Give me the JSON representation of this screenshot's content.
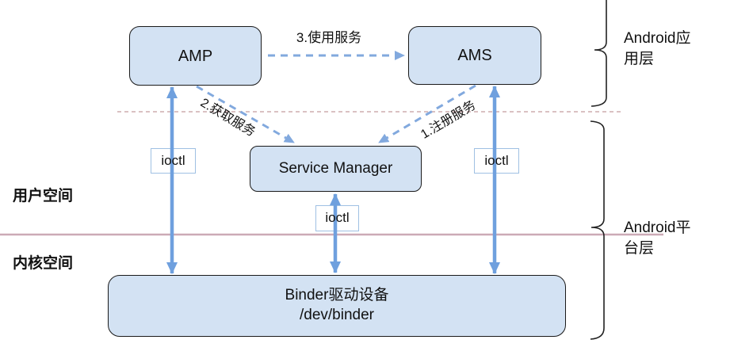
{
  "diagram": {
    "nodes": {
      "amp": {
        "label": "AMP"
      },
      "ams": {
        "label": "AMS"
      },
      "service_manager": {
        "label": "Service Manager"
      },
      "binder_driver": {
        "line1": "Binder驱动设备",
        "line2": "/dev/binder"
      }
    },
    "edges": {
      "register_service": {
        "label": "1.注册服务"
      },
      "get_service": {
        "label": "2.获取服务"
      },
      "use_service": {
        "label": "3.使用服务"
      }
    },
    "ioctl_labels": [
      "ioctl",
      "ioctl",
      "ioctl"
    ],
    "regions": {
      "user_space": "用户空间",
      "kernel_space": "内核空间",
      "app_layer": "Android应用层",
      "platform_layer": "Android平台层"
    },
    "colors": {
      "node_fill": "#d3e2f3",
      "node_border": "#1a1a1a",
      "arrow_solid": "#6fa0de",
      "arrow_dashed": "#82a9de",
      "ioctl_border": "#9fc0e3",
      "boundary_dashed_line": "#c49c9e",
      "boundary_solid_line": "#ccaab6",
      "brace": "#222222"
    }
  }
}
